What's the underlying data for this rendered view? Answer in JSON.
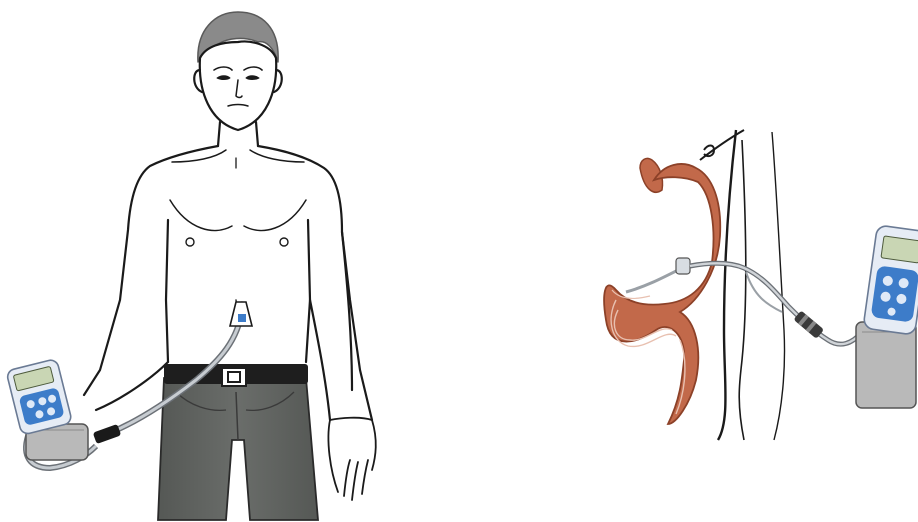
{
  "colors": {
    "skin_outline": "#1a1a1a",
    "hair": "#8a8a8a",
    "pants": "#5f625f",
    "belt": "#1e1e1e",
    "stomach": "#c2694a",
    "stomach_dark": "#8c4128",
    "device_blue": "#3d7cc9",
    "device_screen": "#c9d6b4",
    "device_body": "#e6ecf5",
    "pouch": "#b9b9b9",
    "tube": "#9aa0a6"
  },
  "illustrations": [
    {
      "id": "patient-with-feeding-pump",
      "icon": "person-figure"
    },
    {
      "id": "stomach-tube-diagram",
      "icon": "stomach-anatomy"
    }
  ]
}
